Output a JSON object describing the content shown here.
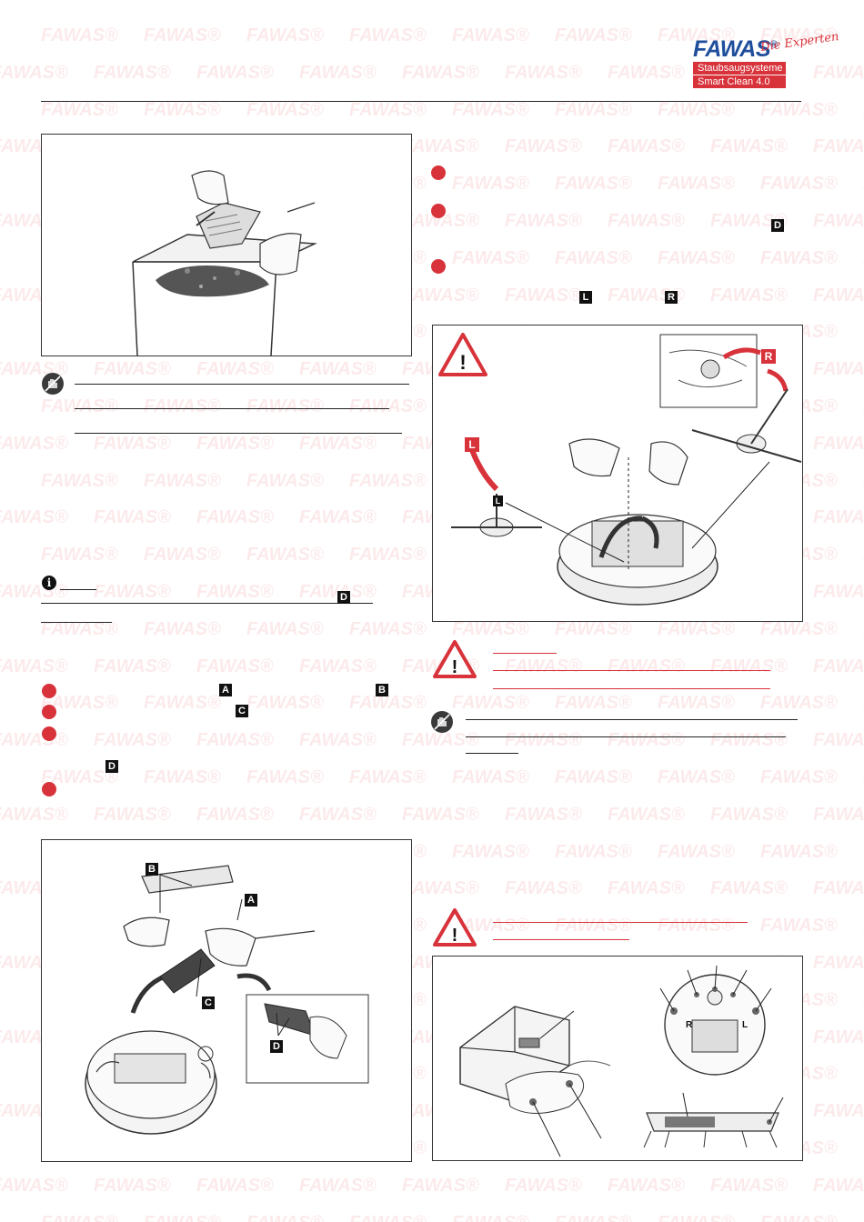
{
  "brand": {
    "watermark_text": "FAWAS®",
    "logo_name": "FAWAS",
    "logo_registered": "®",
    "logo_script": "Die Experten",
    "logo_line1": "Staubsaugsysteme",
    "logo_line2": "Smart Clean 4.0"
  },
  "labels": {
    "A": "A",
    "B": "B",
    "C": "C",
    "D": "D",
    "L": "L",
    "R": "R"
  },
  "icons": {
    "warning": "warning-triangle-icon",
    "prohibition": "hand-prohibition-icon",
    "info": "info-icon"
  },
  "colors": {
    "accent_red": "#d8323a",
    "logo_blue": "#1f4f9c",
    "watermark": "#e83e48"
  }
}
